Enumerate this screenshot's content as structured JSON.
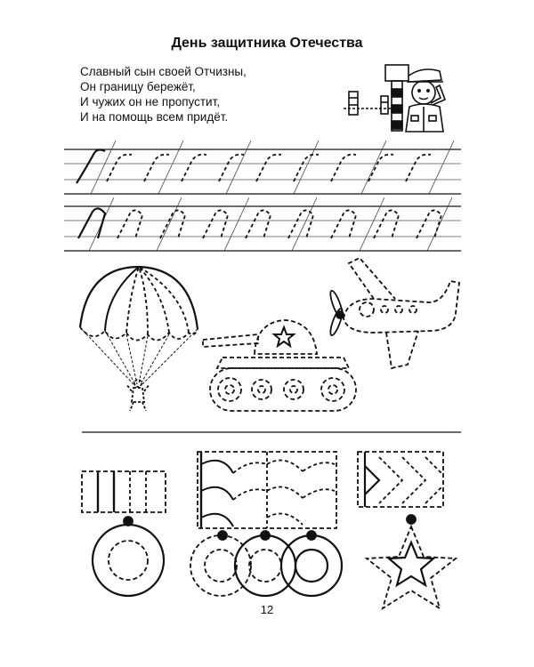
{
  "page": {
    "title": "День защитника Отечества",
    "poem": [
      "Славный сын своей Отчизны,",
      "Он границу бережёт,",
      "И чужих он не пропустит,",
      "И на помощь всем придёт."
    ],
    "page_number": "12"
  },
  "colors": {
    "ink": "#111111",
    "paper": "#ffffff"
  },
  "tracing": {
    "row1_letter": "r",
    "row2_letter": "n"
  },
  "pictures": [
    "soldier-icon",
    "border-post-icon",
    "parachute-icon",
    "tank-icon",
    "airplane-icon",
    "medal-icon",
    "medals-icon",
    "star-medal-icon"
  ]
}
